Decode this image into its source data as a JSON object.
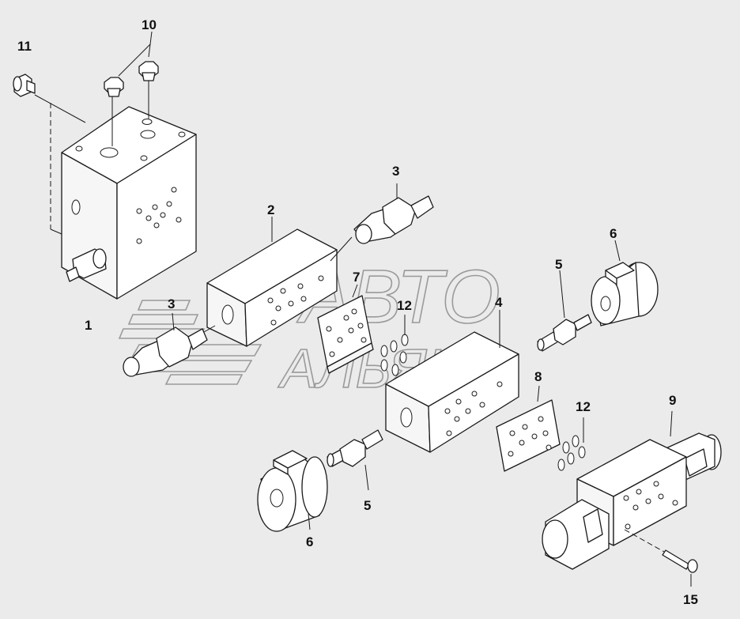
{
  "watermark": {
    "line1": "АВТО",
    "line2": "АЛЬЯНС"
  },
  "callouts": {
    "c1": "1",
    "c2": "2",
    "c3a": "3",
    "c3b": "3",
    "c4": "4",
    "c5a": "5",
    "c5b": "5",
    "c6a": "6",
    "c6b": "6",
    "c7": "7",
    "c8": "8",
    "c9": "9",
    "c10": "10",
    "c11": "11",
    "c12a": "12",
    "c12b": "12",
    "c15": "15"
  },
  "colors": {
    "background": "#ebebeb",
    "line": "#1a1a1a",
    "watermark": "#9a9a9a"
  }
}
